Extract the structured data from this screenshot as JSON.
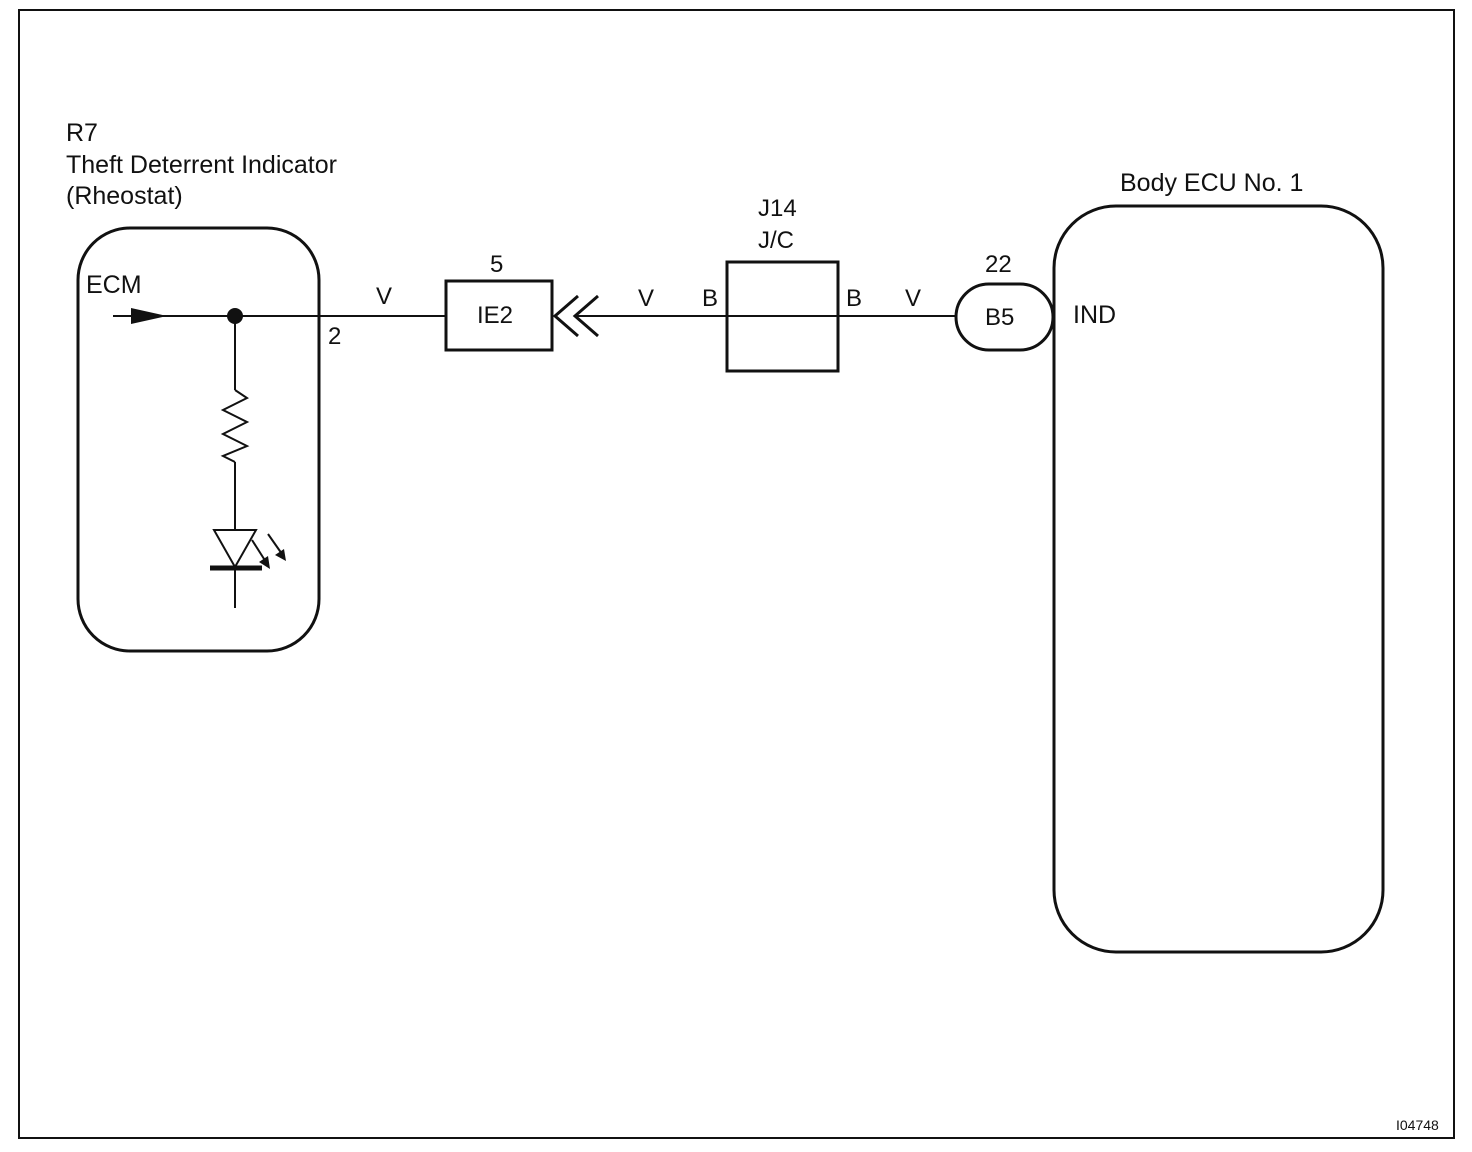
{
  "indicator": {
    "code": "R7",
    "name": "Theft Deterrent Indicator",
    "sub": "(Rheostat)",
    "input_label": "ECM",
    "pin": "2"
  },
  "wires": {
    "color_1": "V",
    "color_2": "V",
    "color_3": "V"
  },
  "connector_ie2": {
    "name": "IE2",
    "pin": "5"
  },
  "junction": {
    "code": "J14",
    "name": "J/C",
    "left_pin": "B",
    "right_pin": "B"
  },
  "connector_b5": {
    "name": "B5",
    "pin": "22"
  },
  "ecu": {
    "name": "Body ECU No. 1",
    "terminal": "IND"
  },
  "figure_id": "I04748",
  "colors": {
    "line": "#111111",
    "background": "#ffffff"
  },
  "icons": [
    "arrow-icon",
    "resistor-icon",
    "led-icon",
    "connector-plug-icon"
  ]
}
